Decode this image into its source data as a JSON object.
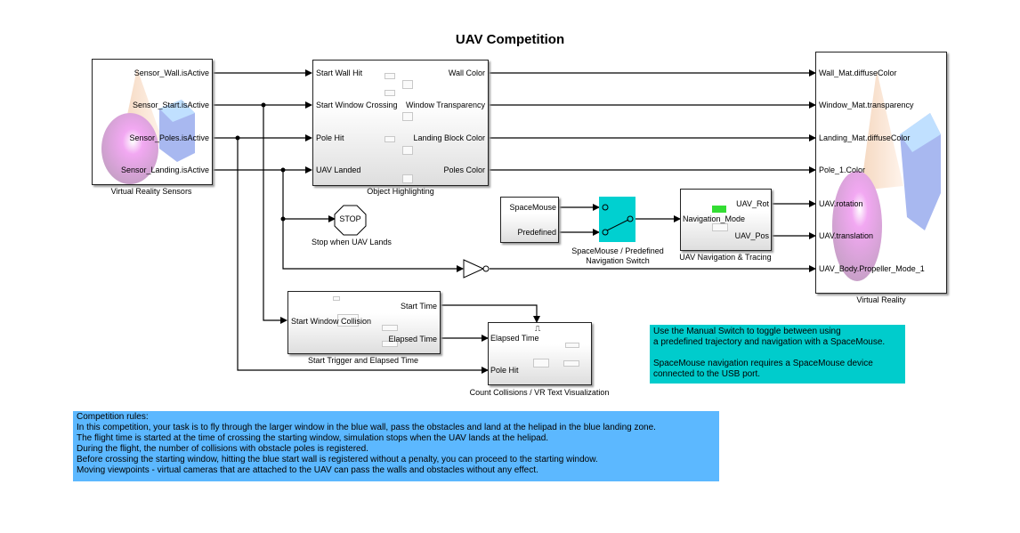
{
  "title": "UAV Competition",
  "colors": {
    "switch_block": "#00d0d0",
    "note_cyan": "#00cccc",
    "note_blue": "#5cb8ff",
    "nav_mode_indicator": "#33dd33"
  },
  "blocks": {
    "vr_sensors": {
      "caption": "Virtual Reality Sensors",
      "outputs": [
        "Sensor_Wall.isActive",
        "Sensor_Start.isActive",
        "Sensor_Poles.isActive",
        "Sensor_Landing.isActive"
      ]
    },
    "object_highlighting": {
      "caption": "Object Highlighting",
      "inputs": [
        "Start Wall Hit",
        "Start Window Crossing",
        "Pole Hit",
        "UAV Landed"
      ],
      "outputs": [
        "Wall Color",
        "Window Transparency",
        "Landing Block Color",
        "Poles Color"
      ]
    },
    "stop": {
      "label": "STOP",
      "caption": "Stop when UAV Lands"
    },
    "nav_source": {
      "outputs": [
        "SpaceMouse",
        "Predefined"
      ]
    },
    "nav_switch": {
      "caption_line1": "SpaceMouse / Predefined",
      "caption_line2": "Navigation Switch"
    },
    "uav_nav": {
      "caption": "UAV Navigation & Tracing",
      "inputs": [
        "Navigation_Mode"
      ],
      "outputs": [
        "UAV_Rot",
        "UAV_Pos"
      ]
    },
    "virtual_reality": {
      "caption": "Virtual Reality",
      "inputs": [
        "Wall_Mat.diffuseColor",
        "Window_Mat.transparency",
        "Landing_Mat.diffuseColor",
        "Pole_1.Color",
        "UAV.rotation",
        "UAV.translation",
        "UAV_Body.Propeller_Mode_1"
      ]
    },
    "start_trigger": {
      "caption": "Start Trigger and Elapsed Time",
      "inputs": [
        "Start Window Collision"
      ],
      "outputs": [
        "Start Time",
        "Elapsed Time"
      ]
    },
    "count_collisions": {
      "caption": "Count Collisions / VR Text Visualization",
      "trigger_symbol": "⎍",
      "inputs": [
        "Elapsed Time",
        "Pole Hit"
      ]
    }
  },
  "notes": {
    "switch_note": [
      "Use the Manual Switch to toggle between using",
      "a predefined trajectory and navigation with a SpaceMouse.",
      "",
      "SpaceMouse navigation requires a SpaceMouse device",
      "connected to the USB port."
    ],
    "rules": [
      "Competition rules:",
      "In this competition, your task is to fly through the larger window in the blue wall, pass the obstacles and land at the helipad in the blue landing zone.",
      "The flight time is started at the time of crossing the starting window, simulation stops when the UAV lands at the helipad.",
      "During the flight, the number of collisions with obstacle poles is registered.",
      "Before crossing the starting window, hitting the blue start wall is registered without a penalty, you can proceed to the starting window.",
      "Moving viewpoints - virtual cameras that are attached to the UAV can pass the walls and obstacles without any effect."
    ]
  }
}
